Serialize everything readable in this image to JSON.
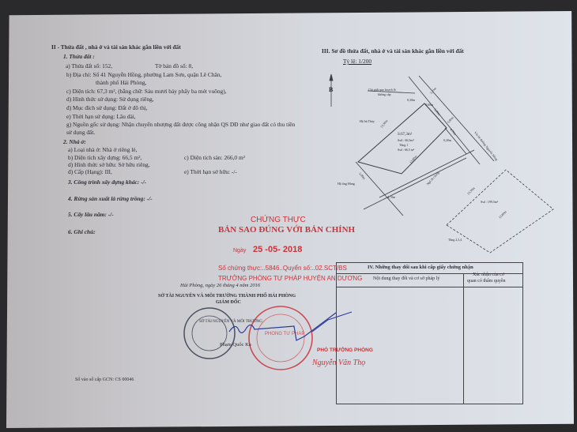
{
  "section2": {
    "title": "II - Thửa đất , nhà ở và tài sản khác gắn liền với đất",
    "land": {
      "heading": "1. Thửa đất :",
      "a": "a) Thửa đất số: 152,",
      "a2": "Tờ bản đồ số: 8,",
      "b": "b) Địa chỉ: Số 41 Nguyễn Hồng, phường Lam Sơn, quận Lê Chân,",
      "b2": "thành phố Hải Phòng,",
      "c": "c) Diện tích: 67,3 m², (bằng chữ: Sáu mươi bảy phẩy ba mét vuông),",
      "d": "d) Hình thức sử dụng: Sử dụng riêng,",
      "dd": "đ) Mục đích sử dụng: Đất ở đô thị,",
      "e": "e) Thời hạn sử dụng: Lâu dài,",
      "g": "g) Nguồn gốc sử dụng: Nhận chuyển nhượng đất được công nhận QS DĐ như giao đất  có thu tiền",
      "g2": "sử dụng đất."
    },
    "house": {
      "heading": "2. Nhà ở:",
      "a": "a) Loại nhà ở: Nhà ở riêng lẻ,",
      "b": "b) Diện tích xây dựng: 66,5 m²,",
      "c": "c) Diện tích sàn: 266,0 m²",
      "d": "d) Hình thức sở hữu: Sở hữu riêng,",
      "dd": "đ) Cấp (Hạng): III,",
      "e": "e) Thời hạn sở hữu: -/-"
    },
    "other_construction": "3. Công trình xây dựng khác: -/-",
    "forest": "4. Rừng sản xuất là rừng trồng: -/-",
    "perennial": "5. Cây lâu năm: -/-",
    "note": "6. Ghi chú:"
  },
  "section3": {
    "title": "III. Sơ đồ thửa đất, nhà ở và tài sản khác gắn liền với đất",
    "scale": "Tỷ lệ: 1/200",
    "north": "B",
    "labels": {
      "boundary": "Chỉ giới quy hoạch lô",
      "boundary2": "không cấp",
      "neighbor1": "Hộ bà Thủy",
      "neighbor2": "Hộ ông Hùng",
      "area": "S:67,3m²",
      "built": "Sxd : 66,5m²",
      "floor": "Tầng 1",
      "floor_area": "Ssd : 66,5 m²",
      "alley": "Ngõ đi chung",
      "street": "Vỉa hè đường Nguyễn Hồng",
      "dim1": "0,30m",
      "dim2": "0,60m",
      "dim3": "5,00m",
      "dim4": "0,20m",
      "dim5": "4,70m",
      "dim6": "13,30m",
      "dim7": "13,80m",
      "dim8": "5,00m",
      "dim9": "4,70m",
      "dim10": "3,10m",
      "dim11": "5,80m",
      "other_area": "Ssd : 199,5m²",
      "other_dim": "13,30m",
      "other_dim2": "13,80m",
      "other_floor": "Tầng 2,3,4"
    }
  },
  "certification": {
    "heading": "CHỨNG THỰC",
    "title": "BẢN SAO ĐÚNG VỚI BẢN CHÍNH",
    "date_label": "Ngày",
    "date": "25 -05- 2018",
    "cert_no": "Số chứng thực:..5846..Quyển số:..02.SCT/BS",
    "office": "TRƯỞNG PHÒNG TƯ PHÁP HUYỆN AN DƯƠNG",
    "deputy": "PHÓ TRƯỞNG PHÒNG",
    "deputy_name": "Nguyễn Văn Thọ",
    "stamp_text": "PHÒNG TƯ PHÁP"
  },
  "issuer": {
    "place_date": "Hải Phòng, ngày 26 tháng 4 năm 2016",
    "org": "SỞ TÀI NGUYÊN VÀ MÔI TRƯỜNG THÀNH PHỐ HẢI PHÒNG",
    "role": "GIÁM ĐỐC",
    "name": "Phạm Quốc Ka",
    "stamp_text": "SỞ TÀI NGUYÊN VÀ MÔI TRƯỜNG"
  },
  "registry": "Số vào sổ cấp GCN: CS 00046",
  "section4": {
    "title": "IV. Những thay đổi sau khi cấp giấy chứng nhận",
    "col1": "Nội dung thay đổi và cơ sở pháp lý",
    "col2": "Xác nhận của cơ",
    "col2b": "quan có thẩm quyền"
  },
  "colors": {
    "stamp_red": "#c8343a",
    "ink_blue": "#2c3a9a",
    "paper": "#d6d9df"
  }
}
